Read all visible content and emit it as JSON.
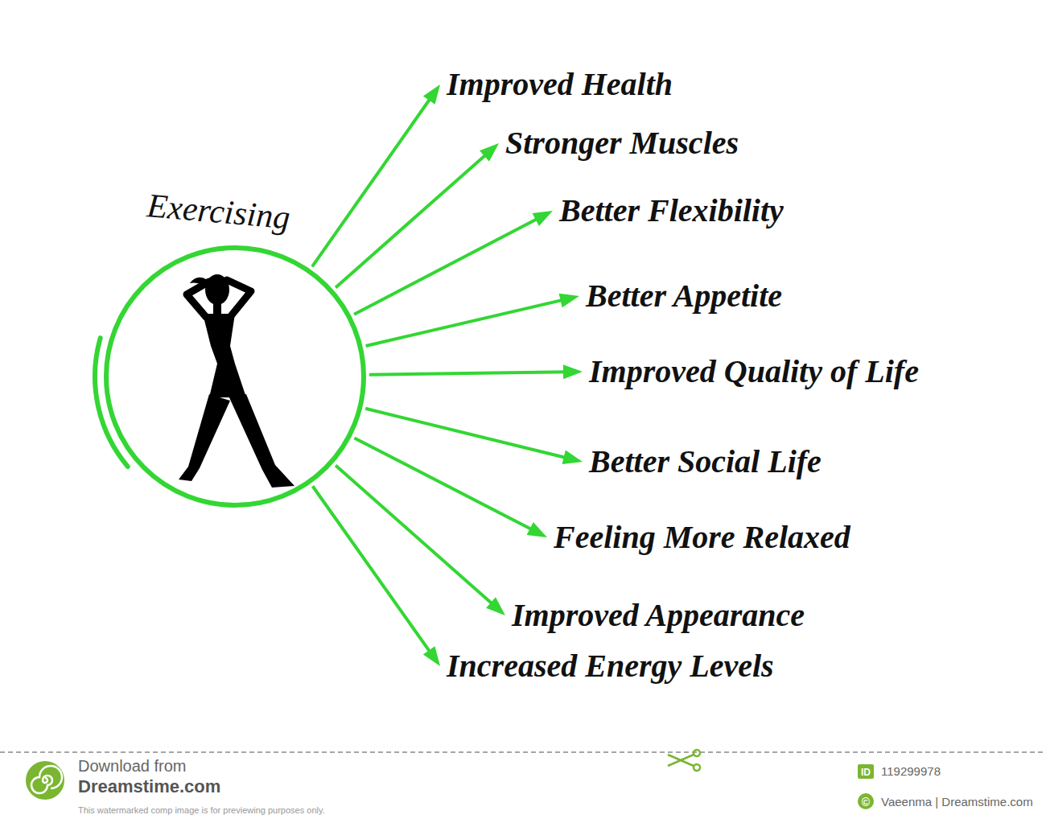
{
  "diagram": {
    "nodes": [
      {
        "text": [
          "Exercising"
        ]
      },
      {
        "text": [
          "Improved Health"
        ]
      },
      {
        "text": [
          "Stronger Muscles"
        ]
      },
      {
        "text": [
          "Better Flexibility"
        ]
      },
      {
        "text": [
          "Better Appetite"
        ]
      },
      {
        "text": [
          "Improved Quality of Life"
        ]
      },
      {
        "text": [
          "Better Social Life"
        ]
      },
      {
        "text": [
          "Feeling More Relaxed"
        ]
      },
      {
        "text": [
          "Improved Appearance"
        ]
      },
      {
        "text": [
          "Increased Energy Levels"
        ]
      }
    ],
    "edges": [
      {
        "from": 0,
        "to": 1,
        "arrow": "to"
      },
      {
        "from": 0,
        "to": 2,
        "arrow": "to"
      },
      {
        "from": 0,
        "to": 3,
        "arrow": "to"
      },
      {
        "from": 0,
        "to": 4,
        "arrow": "to"
      },
      {
        "from": 0,
        "to": 5,
        "arrow": "to"
      },
      {
        "from": 0,
        "to": 6,
        "arrow": "to"
      },
      {
        "from": 0,
        "to": 7,
        "arrow": "to"
      },
      {
        "from": 0,
        "to": 8,
        "arrow": "to"
      },
      {
        "from": 0,
        "to": 9,
        "arrow": "to"
      }
    ],
    "labels": [
      "Download from",
      "Dreamstime.com",
      "This watermarked comp image is for previewing purposes only.",
      "ID",
      "119299978",
      "©",
      "Vaeenma | Dreamstime.com"
    ]
  }
}
